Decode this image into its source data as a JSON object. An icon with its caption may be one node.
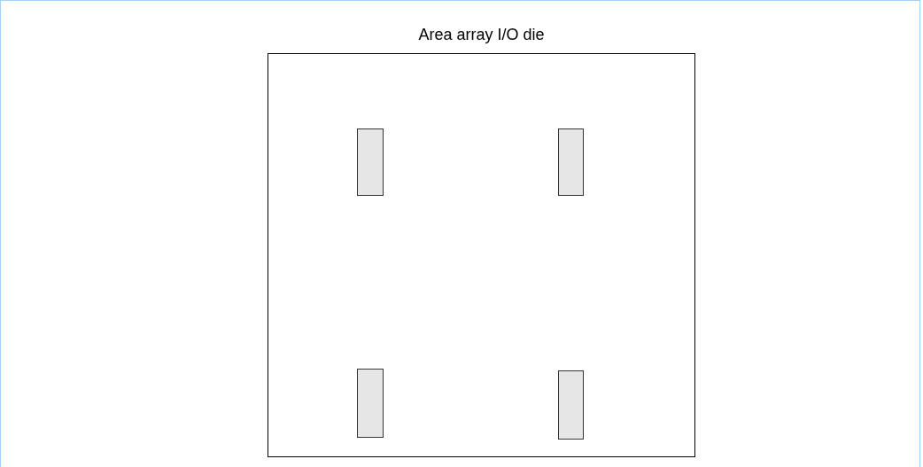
{
  "diagram": {
    "nodes": [
      {
        "text": [
          "Area array I/O die"
        ]
      },
      {
        "text": [],
        "shape": "box",
        "in": 0
      },
      {
        "text": [],
        "shape": "box",
        "in": 0
      },
      {
        "text": [],
        "shape": "box",
        "in": 0
      },
      {
        "text": [],
        "shape": "box",
        "in": 0
      }
    ]
  }
}
